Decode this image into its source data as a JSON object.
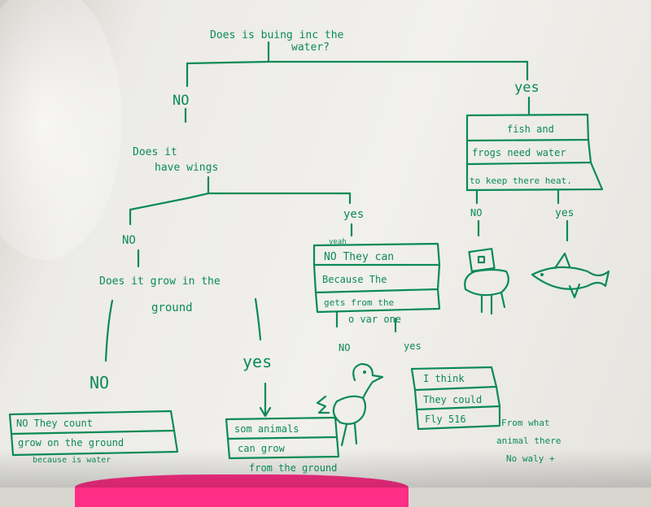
{
  "diagram": {
    "colors": {
      "ink": "#0b8a55",
      "paper": "#f1f0ec",
      "highlighter": "#ff2e86"
    },
    "root_question": {
      "line1": "Does is buing inc the",
      "line2": "water?"
    },
    "branch_no": "NO",
    "branch_yes": "yes",
    "wings_question": {
      "line1": "Does it",
      "line2": "have wings"
    },
    "wings_no": "NO",
    "wings_yes": "yes",
    "ground_question": {
      "line1": "Does it grow in the",
      "line2": "ground"
    },
    "ground_no": "NO",
    "ground_yes": "yes",
    "water_box": [
      "fish and",
      "frogs need water",
      "to keep there heat."
    ],
    "water_no": "NO",
    "water_yes": "yes",
    "wings_box": [
      "yeah",
      "NO They can",
      "Because The",
      "gets from the"
    ],
    "wings_box_after": "o var one",
    "flight_no": "NO",
    "flight_yes": "yes",
    "flight_box": [
      "I think",
      "They could",
      "Fly 516"
    ],
    "flight_note": [
      "From what",
      "animal there",
      "No waly +"
    ],
    "ground_no_box": [
      "NO   They count",
      "grow on the ground",
      "because is water"
    ],
    "ground_yes_box": [
      "som animals",
      "can grow"
    ],
    "ground_yes_after": "from the ground"
  }
}
